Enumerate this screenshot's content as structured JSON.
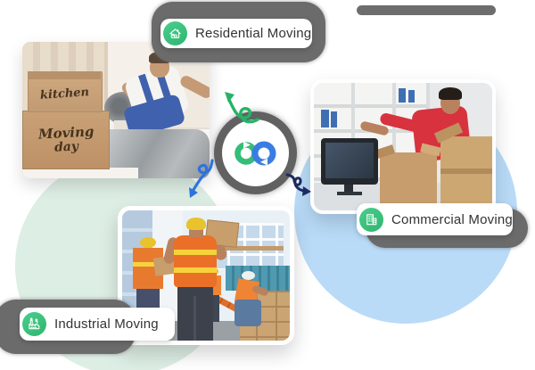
{
  "page": {
    "background": "#ffffff"
  },
  "colors": {
    "accent_green": "#3bc47e",
    "logo_green": "#34bd78",
    "logo_blue": "#3a7de2",
    "arrow_green": "#25b367",
    "arrow_blue": "#2d73e0",
    "arrow_navy": "#1d2b5e",
    "shadow_gray": "#6b6b6b",
    "mint_circle": "#ddeee4",
    "sky_circle": "#b9dbf8",
    "label_text": "#333333"
  },
  "badges": [
    {
      "id": "residential",
      "label": "Residential Moving",
      "icon": "house-icon"
    },
    {
      "id": "commercial",
      "label": "Commercial Moving",
      "icon": "office-building-icon"
    },
    {
      "id": "industrial",
      "label": "Industrial Moving",
      "icon": "factory-icon"
    }
  ],
  "photos": {
    "residential": {
      "description": "Mover in white t-shirt and blue overalls wrapping furniture beside stacked cardboard boxes",
      "box_top_label": "kitchen",
      "box_bottom_line1": "Moving",
      "box_bottom_line2": "day"
    },
    "commercial": {
      "description": "Worker in red t-shirt packing cardboard boxes in an office with shelves and a monitor"
    },
    "industrial": {
      "description": "Warehouse crew in orange hi-vis vests and hard hats moving boxes among containers"
    }
  },
  "logo": {
    "name": "moving-company-logo",
    "shape": "two interlocked circular loop arrows"
  }
}
